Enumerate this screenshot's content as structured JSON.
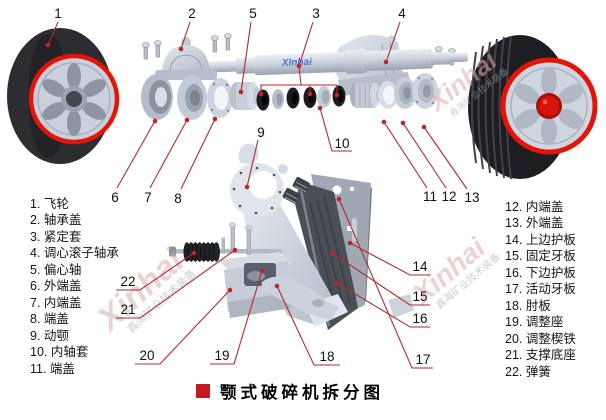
{
  "title": {
    "text": "颚式破碎机拆分图"
  },
  "parts_left": [
    "1. 飞轮",
    "2. 轴承盖",
    "3. 紧定套",
    "4. 调心滚子轴承",
    "5. 偏心轴",
    "6. 外端盖",
    "7. 内端盖",
    "8. 端盖",
    "9. 动颚",
    "10. 内轴套",
    "11. 端盖"
  ],
  "parts_right": [
    "12. 内端盖",
    "13. 外端盖",
    "14. 上边护板",
    "15. 固定牙板",
    "16. 下边护板",
    "17. 活动牙板",
    "18. 肘板",
    "19. 调整座",
    "20. 调整楔铁",
    "21. 支撑底座",
    "22. 弹簧"
  ],
  "callouts": [
    "1",
    "2",
    "3",
    "4",
    "5",
    "6",
    "7",
    "8",
    "9",
    "10",
    "11",
    "12",
    "13",
    "14",
    "15",
    "16",
    "17",
    "18",
    "19",
    "20",
    "21",
    "22"
  ],
  "watermark": {
    "brand": "Xinhai",
    "brand_shaft": "XInhai",
    "company": "鑫海矿业技术装备"
  },
  "colors": {
    "rim_red": "#e61408",
    "leader_red": "#b3282d",
    "title_red": "#c4191e",
    "part_gray": "#ccd3de",
    "dark_plate": "#4a4e55",
    "tire_black": "#2c2c31",
    "watermark_pink": "#e2a9ac",
    "watermark_blue": "#3f6bd6"
  }
}
